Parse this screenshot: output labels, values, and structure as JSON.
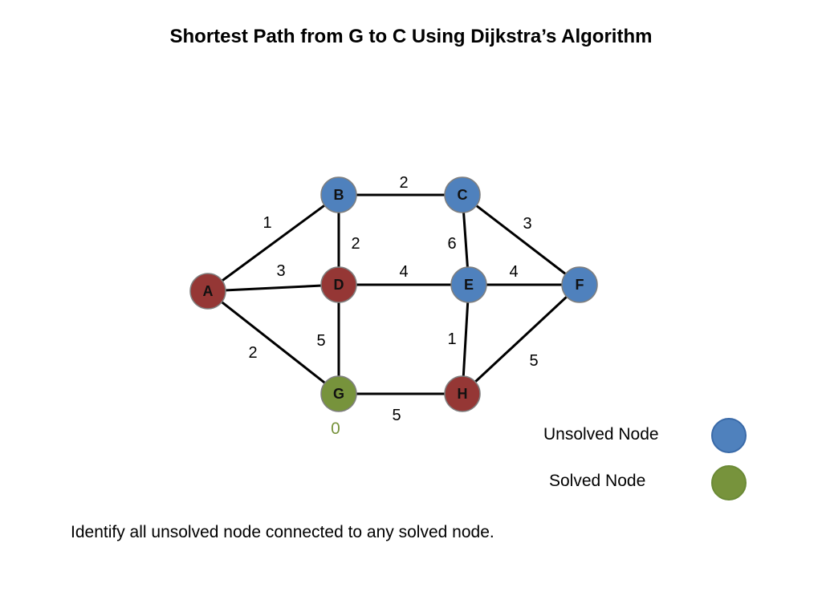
{
  "title": "Shortest Path from G to C Using Dijkstra’s Algorithm",
  "colors": {
    "unsolved": "#4f81bd",
    "solved": "#77933c",
    "highlighted": "#953735",
    "distance_text": "#77933c"
  },
  "graph": {
    "nodes": [
      {
        "id": "A",
        "label": "A",
        "state": "highlighted"
      },
      {
        "id": "B",
        "label": "B",
        "state": "unsolved"
      },
      {
        "id": "C",
        "label": "C",
        "state": "unsolved"
      },
      {
        "id": "D",
        "label": "D",
        "state": "highlighted"
      },
      {
        "id": "E",
        "label": "E",
        "state": "unsolved"
      },
      {
        "id": "F",
        "label": "F",
        "state": "unsolved"
      },
      {
        "id": "G",
        "label": "G",
        "state": "solved",
        "distance": "0"
      },
      {
        "id": "H",
        "label": "H",
        "state": "highlighted"
      }
    ],
    "edges": [
      {
        "from": "A",
        "to": "B",
        "weight": "1"
      },
      {
        "from": "A",
        "to": "D",
        "weight": "3"
      },
      {
        "from": "A",
        "to": "G",
        "weight": "2"
      },
      {
        "from": "B",
        "to": "C",
        "weight": "2"
      },
      {
        "from": "B",
        "to": "D",
        "weight": "2"
      },
      {
        "from": "C",
        "to": "E",
        "weight": "6"
      },
      {
        "from": "C",
        "to": "F",
        "weight": "3"
      },
      {
        "from": "D",
        "to": "E",
        "weight": "4"
      },
      {
        "from": "D",
        "to": "G",
        "weight": "5"
      },
      {
        "from": "E",
        "to": "F",
        "weight": "4"
      },
      {
        "from": "E",
        "to": "H",
        "weight": "1"
      },
      {
        "from": "F",
        "to": "H",
        "weight": "5"
      },
      {
        "from": "G",
        "to": "H",
        "weight": "5"
      }
    ]
  },
  "legend": {
    "unsolved_label": "Unsolved Node",
    "solved_label": "Solved Node"
  },
  "instruction": "Identify all unsolved node connected to any solved node."
}
